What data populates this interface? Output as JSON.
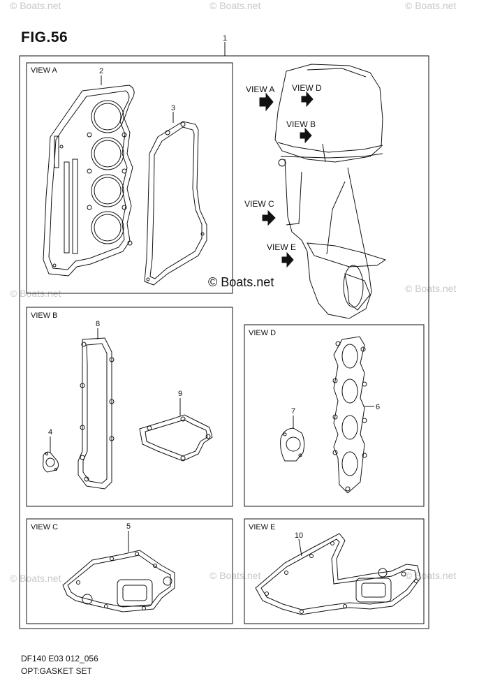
{
  "figure": {
    "title": "FIG.56",
    "main_callout": "1",
    "code": "DF140 E03 012_056",
    "caption": "OPT:GASKET SET"
  },
  "watermark": {
    "text": "© Boats.net",
    "center_text": "© Boats.net"
  },
  "views": {
    "a": {
      "label": "VIEW A",
      "parts": [
        "2",
        "3"
      ]
    },
    "b": {
      "label": "VIEW B",
      "parts": [
        "8",
        "4",
        "9"
      ]
    },
    "c": {
      "label": "VIEW C",
      "parts": [
        "5"
      ]
    },
    "d": {
      "label": "VIEW D",
      "parts": [
        "7",
        "6"
      ]
    },
    "e": {
      "label": "VIEW E",
      "parts": [
        "10"
      ]
    }
  },
  "engine_arrows": [
    "VIEW A",
    "VIEW D",
    "VIEW B",
    "VIEW C",
    "VIEW E"
  ]
}
